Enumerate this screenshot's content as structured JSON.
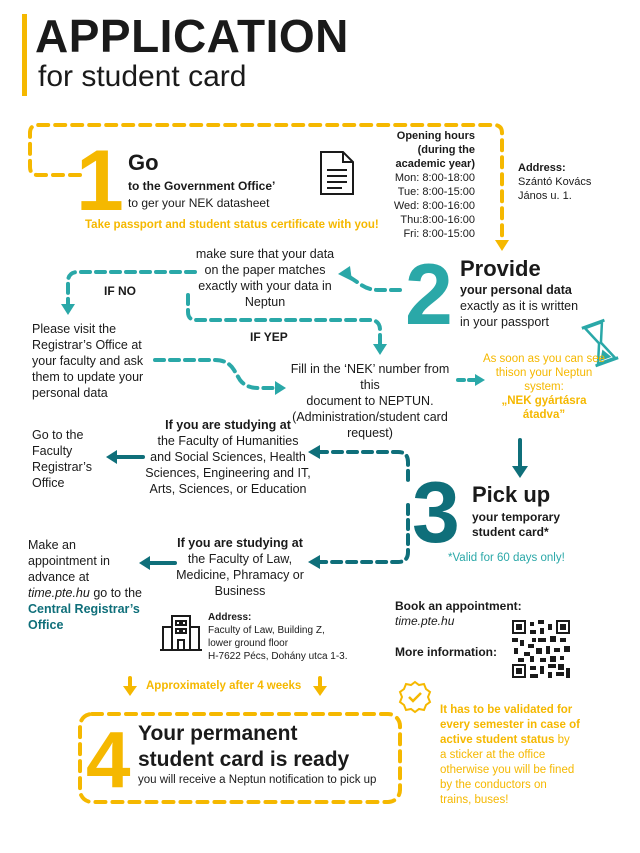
{
  "title": {
    "main": "APPLICATION",
    "sub": "for student card"
  },
  "step1": {
    "num": "1",
    "heading": "Go",
    "line1": "to the Government Office’",
    "line2": "to ger your NEK datasheet",
    "note": "Take passport and student status certificate with you!"
  },
  "hours": {
    "title_l1": "Opening hours",
    "title_l2": "(during the",
    "title_l3": "academic year)",
    "mon": "Mon: 8:00-18:00",
    "tue": "Tue: 8:00-15:00",
    "wed": "Wed: 8:00-16:00",
    "thu": "Thu:8:00-16:00",
    "fri": "Fri: 8:00-15:00"
  },
  "address1": {
    "label": "Address:",
    "l1": "Szántó Kovács",
    "l2": "János u. 1."
  },
  "step2": {
    "num": "2",
    "heading": "Provide",
    "line1": "your personal data",
    "line2": "exactly as it is written",
    "line3": "in your passport"
  },
  "check": {
    "l1": "make sure that your data",
    "l2": "on the paper matches",
    "l3": "exactly with your data in",
    "l4": "Neptun"
  },
  "ifno": "IF NO",
  "ifyep": "IF YEP",
  "registrar": {
    "l1": "Please visit the",
    "l2": "Registrar’s Office at",
    "l3": "your faculty and ask",
    "l4": "them to update your",
    "l5": "personal data"
  },
  "fillin": {
    "l1": "Fill in the ‘NEK’ number from this",
    "l2": "document to NEPTUN.",
    "l3": "(Administration/student card",
    "l4": "request)"
  },
  "neptun": {
    "l1": "As soon as you can see",
    "l2": "thison your Neptun",
    "l3": "system:",
    "l4": "„NEK gyártásra",
    "l5": "átadva”"
  },
  "step3": {
    "num": "3",
    "heading": "Pick up",
    "line1": "your temporary",
    "line2": "student card*",
    "note": "*Valid for 60 days only!"
  },
  "facA": {
    "l1": "If you are studying at",
    "l2": "the Faculty of Humanities",
    "l3": "and Social Sciences, Health",
    "l4": "Sciences, Engineering and IT,",
    "l5": "Arts, Sciences, or Education"
  },
  "goreg": {
    "l1": "Go to the",
    "l2": "Faculty",
    "l3": "Registrar’s",
    "l4": "Office"
  },
  "facB": {
    "l1": "If you are studying at",
    "l2": "the Faculty of Law,",
    "l3": "Medicine, Phramacy or",
    "l4": "Business"
  },
  "appt": {
    "l1": "Make an",
    "l2": "appointment in",
    "l3": "advance at",
    "l4a": "time.pte.hu",
    "l4b": " go to the",
    "l5": "Central Registrar’s",
    "l6": "Office"
  },
  "address2": {
    "label": "Address:",
    "l1": "Faculty of Law, Building Z,",
    "l2": "lower ground floor",
    "l3": "H-7622 Pécs, Dohány utca 1-3."
  },
  "book": {
    "label": "Book an appointment:",
    "url": "time.pte.hu",
    "more": "More information:"
  },
  "weeks": "Approximately after 4 weeks",
  "step4": {
    "num": "4",
    "l1": "Your permanent",
    "l2": "student card is ready",
    "l3": "you will receive a Neptun notification to pick up"
  },
  "validate": {
    "l1": "It has to be validated for",
    "l2": "every semester in case of",
    "l3": "active student status",
    "l3b": " by",
    "l4": "a sticker at the office",
    "l5": "otherwise you will be fined",
    "l6": "by the conductors on",
    "l7": "trains, buses!"
  },
  "colors": {
    "yellow": "#f5b800",
    "teal": "#2aa8a8",
    "tealdark": "#0f6f7a"
  }
}
